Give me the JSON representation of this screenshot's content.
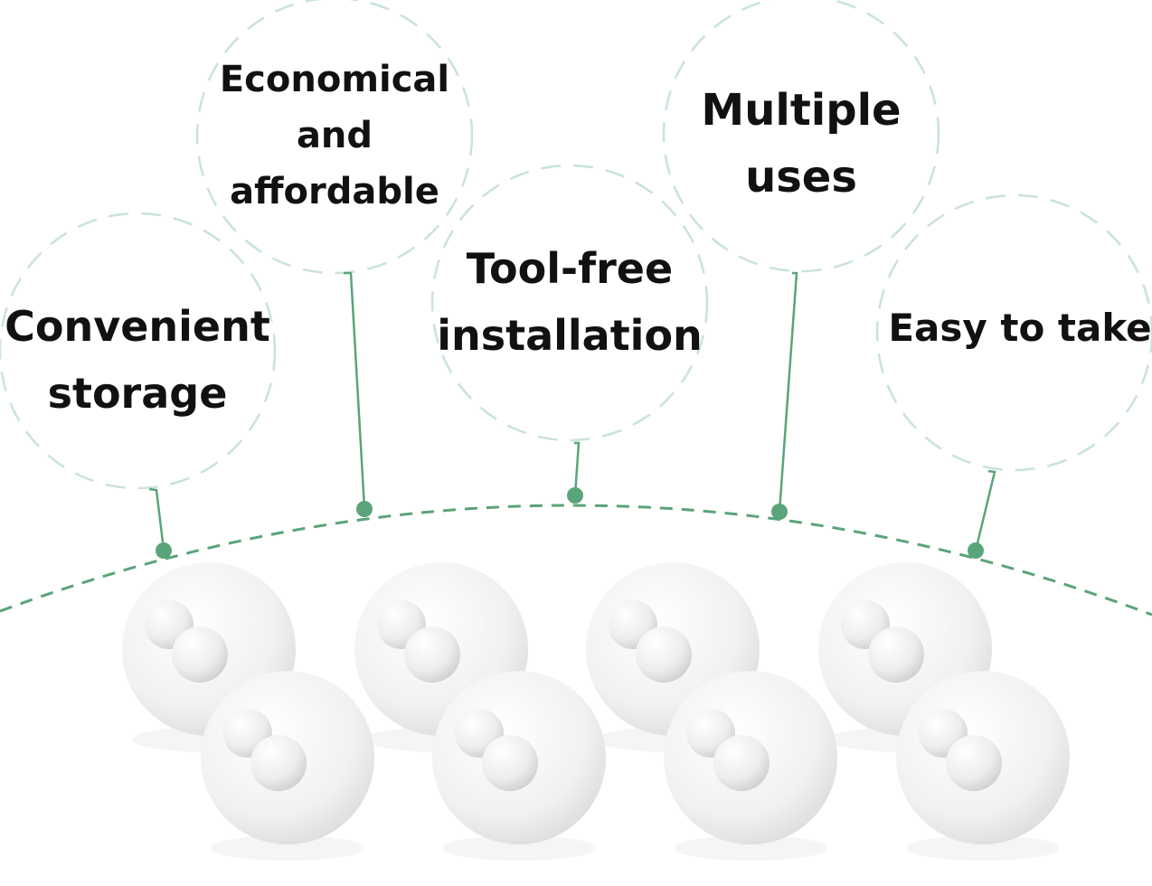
{
  "features": [
    {
      "id": "storage",
      "lines": [
        "Convenient",
        "storage"
      ]
    },
    {
      "id": "economical",
      "lines": [
        "Economical",
        "and",
        "affordable"
      ]
    },
    {
      "id": "tool-free",
      "lines": [
        "Tool-free",
        "installation"
      ]
    },
    {
      "id": "multiple",
      "lines": [
        "Multiple",
        "uses"
      ]
    },
    {
      "id": "easy",
      "lines": [
        "Easy to take"
      ]
    }
  ],
  "colors": {
    "accent": "#5aa47a",
    "circle_dash": "#c9e4d4",
    "text": "#111111",
    "product": "#f2f2f2"
  }
}
